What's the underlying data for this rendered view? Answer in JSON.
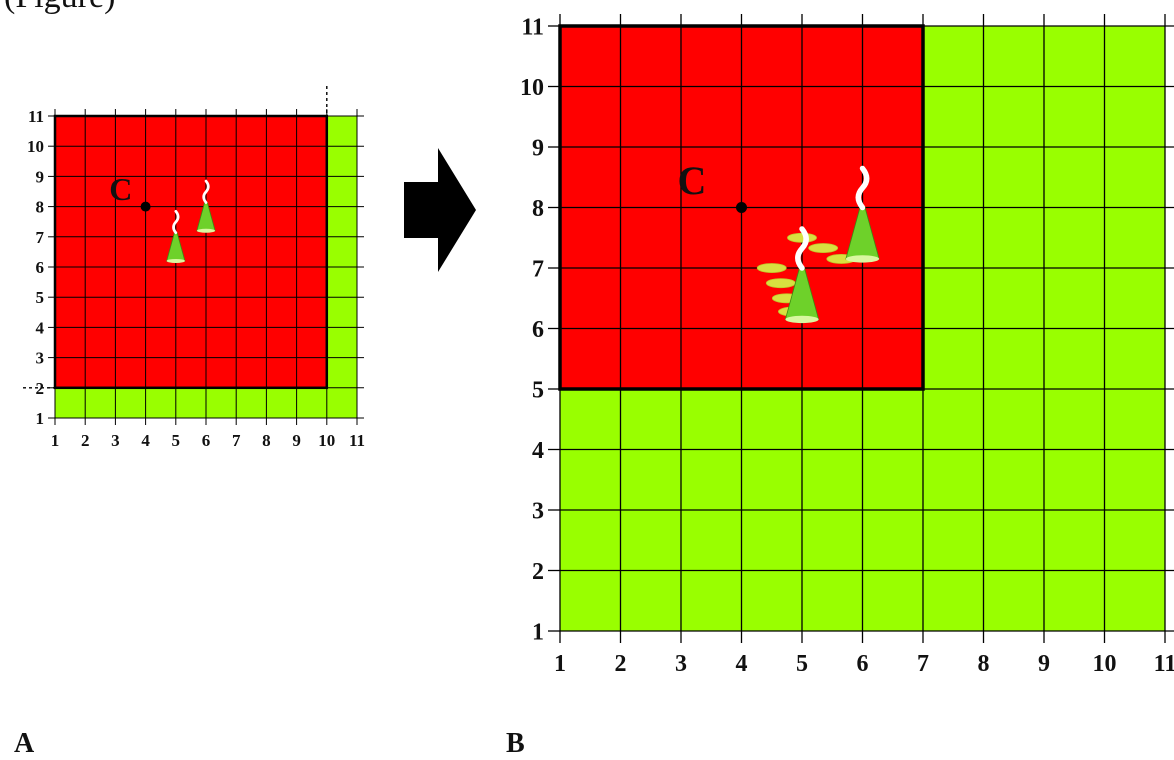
{
  "header": {
    "fragment": "(Figure)"
  },
  "colors": {
    "occupied": "#ff0000",
    "free": "#99ff00",
    "grid": "#000000",
    "cone": "#6ed12a",
    "cone_light": "#d9f7a0",
    "trail": "#d8e040"
  },
  "panels": [
    {
      "id": "A",
      "label": "A",
      "axis_max": 11,
      "x_ticks": [
        "1",
        "2",
        "3",
        "4",
        "5",
        "6",
        "7",
        "8",
        "9",
        "10",
        "11"
      ],
      "y_ticks": [
        "1",
        "2",
        "3",
        "4",
        "5",
        "6",
        "7",
        "8",
        "9",
        "10",
        "11"
      ],
      "red_region": {
        "x_from": 1,
        "x_to": 10,
        "y_from": 2,
        "y_to": 11
      },
      "dashed_markers": [
        {
          "axis": "x",
          "value": 10
        },
        {
          "axis": "y",
          "value": 2
        }
      ],
      "point": {
        "label": "C",
        "x": 4,
        "y": 8
      },
      "cones": [
        {
          "x": 5,
          "y": 6.2
        },
        {
          "x": 6,
          "y": 7.2
        }
      ],
      "trail": []
    },
    {
      "id": "B",
      "label": "B",
      "axis_max": 11,
      "x_ticks": [
        "1",
        "2",
        "3",
        "4",
        "5",
        "6",
        "7",
        "8",
        "9",
        "10",
        "11"
      ],
      "y_ticks": [
        "1",
        "2",
        "3",
        "4",
        "5",
        "6",
        "7",
        "8",
        "9",
        "10",
        "11"
      ],
      "red_region": {
        "x_from": 1,
        "x_to": 7,
        "y_from": 5,
        "y_to": 11
      },
      "dashed_markers": [],
      "point": {
        "label": "C",
        "x": 4,
        "y": 8
      },
      "cones": [
        {
          "x": 5,
          "y": 6.15
        },
        {
          "x": 6,
          "y": 7.15
        }
      ],
      "trail": [
        {
          "x": 4.5,
          "y": 7.0
        },
        {
          "x": 4.65,
          "y": 6.75
        },
        {
          "x": 4.75,
          "y": 6.5
        },
        {
          "x": 4.85,
          "y": 6.28
        },
        {
          "x": 5.0,
          "y": 7.5
        },
        {
          "x": 5.35,
          "y": 7.33
        },
        {
          "x": 5.65,
          "y": 7.15
        }
      ]
    }
  ]
}
